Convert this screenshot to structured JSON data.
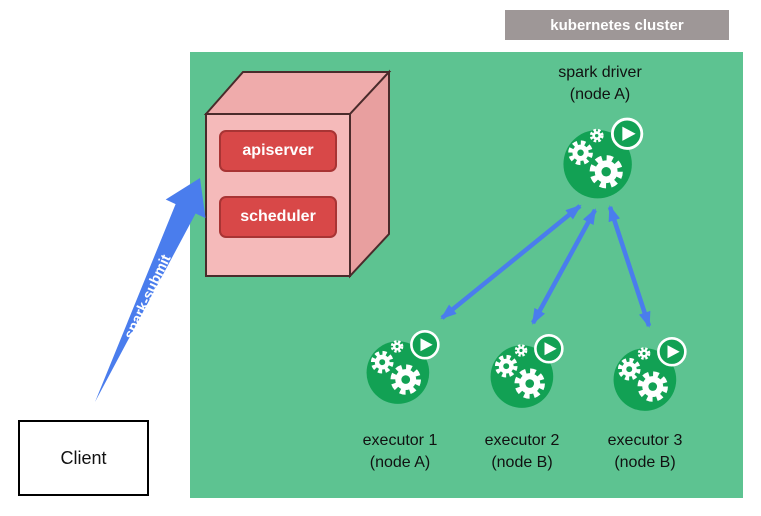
{
  "cluster": {
    "label": "kubernetes cluster"
  },
  "control_plane": {
    "apiserver_label": "apiserver",
    "scheduler_label": "scheduler"
  },
  "spark_driver": {
    "title": "spark driver",
    "subtitle": "(node A)"
  },
  "executors": [
    {
      "title": "executor 1",
      "subtitle": "(node A)"
    },
    {
      "title": "executor 2",
      "subtitle": "(node B)"
    },
    {
      "title": "executor 3",
      "subtitle": "(node B)"
    }
  ],
  "client": {
    "label": "Client"
  },
  "spark_submit": {
    "label": "spark-submit"
  },
  "colors": {
    "cluster_green": "#5dc391",
    "icon_green": "#12a154",
    "arrow_blue": "#4a7ded",
    "cube_pink": "#f5baba",
    "box_red": "#d84848",
    "label_gray": "#9e9797"
  }
}
